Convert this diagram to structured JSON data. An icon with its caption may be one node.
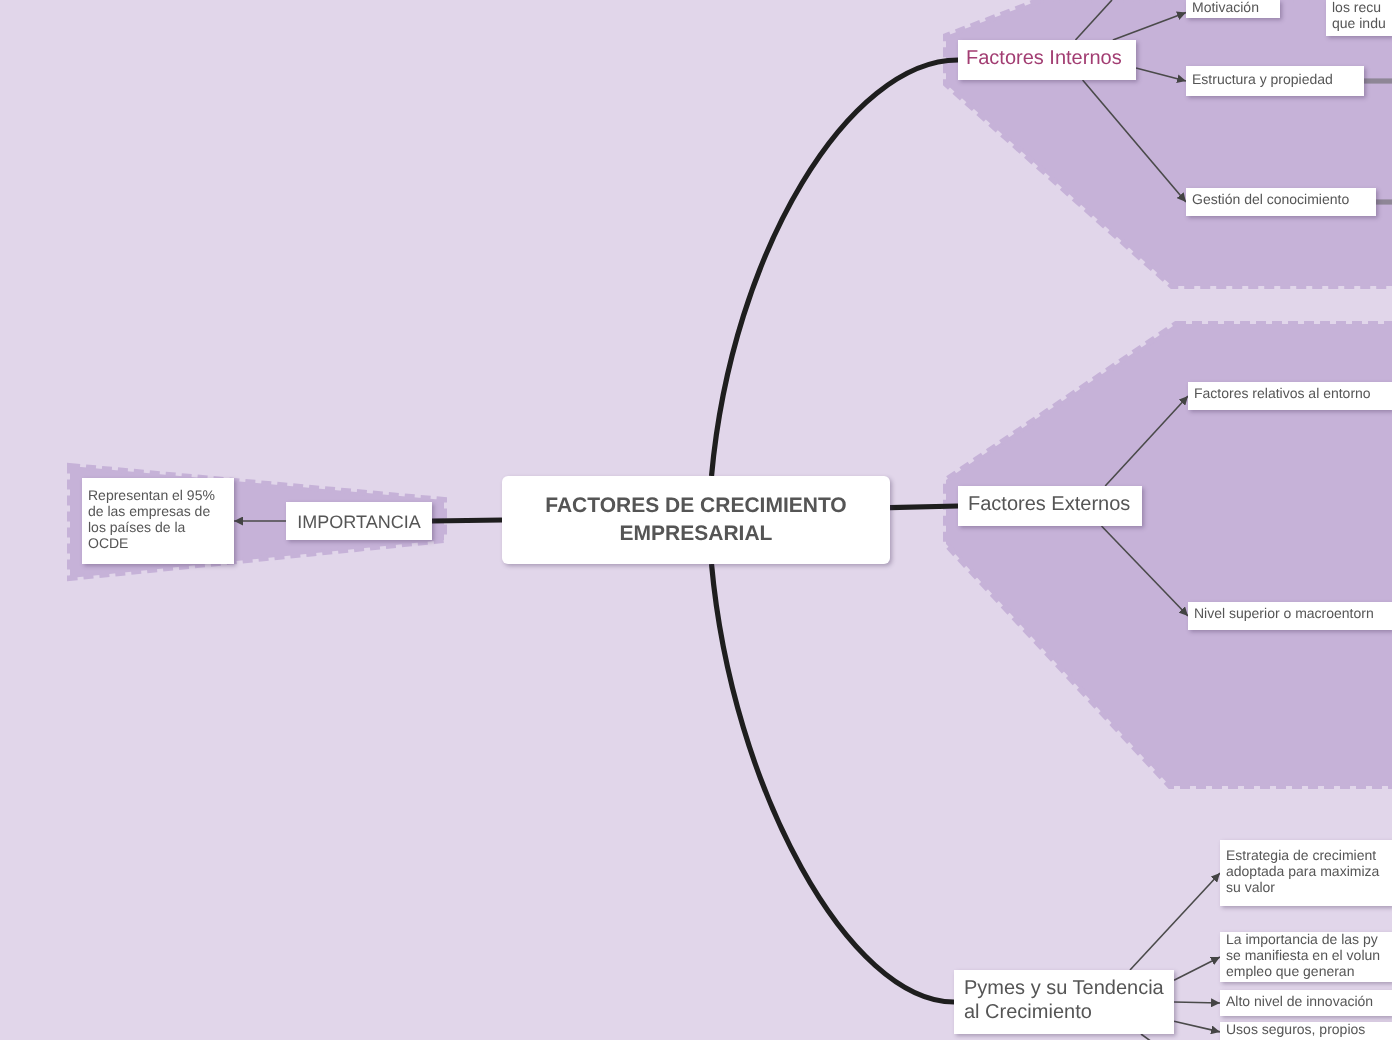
{
  "diagram": {
    "nodes": [
      {
        "text": [
          "FACTORES DE CRECIMIENTO EMPRESARIAL"
        ]
      },
      {
        "text": [],
        "shape": "band"
      },
      {
        "text": [
          "IMPORTANCIA"
        ],
        "in": 1
      },
      {
        "text": [
          "Representan el 95% de las empresas de los países de la OCDE"
        ],
        "in": 1
      },
      {
        "text": [],
        "shape": "band"
      },
      {
        "text": [
          "Factores Internos"
        ],
        "in": 4
      },
      {
        "text": [
          "Motivación"
        ],
        "in": 4
      },
      {
        "text": [
          "los recu que indu"
        ],
        "in": 4
      },
      {
        "text": [
          "Estructura y propiedad"
        ],
        "in": 4
      },
      {
        "text": [
          "Gestión del conocimiento"
        ],
        "in": 4
      },
      {
        "text": [],
        "shape": "band"
      },
      {
        "text": [
          "Factores Externos"
        ],
        "in": 10
      },
      {
        "text": [
          "Factores relativos al entorno"
        ],
        "in": 10
      },
      {
        "text": [
          "Nivel superior o macroentorn"
        ],
        "in": 10
      },
      {
        "text": [
          "Pymes y su Tendencia al Crecimiento"
        ]
      },
      {
        "text": [
          "Estrategia de crecimient adoptada para maximiza su valor"
        ]
      },
      {
        "text": [
          "La importancia de las py se manifiesta en el volun empleo que generan"
        ]
      },
      {
        "text": [
          "Alto nivel de innovación"
        ]
      },
      {
        "text": [
          "Usos seguros, propios"
        ]
      }
    ],
    "edges": [
      {
        "from": 0,
        "to": 2,
        "arrow": "none",
        "style": "thick"
      },
      {
        "from": 2,
        "to": 3,
        "arrow": "to"
      },
      {
        "from": 0,
        "to": 5,
        "arrow": "none",
        "style": "thick"
      },
      {
        "from": 0,
        "to": 11,
        "arrow": "none",
        "style": "thick"
      },
      {
        "from": 0,
        "to": 14,
        "arrow": "none",
        "style": "thick"
      },
      {
        "from": 5,
        "to": 6,
        "arrow": "to"
      },
      {
        "from": 5,
        "to": null,
        "arrow": "none"
      },
      {
        "from": 5,
        "to": 8,
        "arrow": "to"
      },
      {
        "from": 5,
        "to": 9,
        "arrow": "to"
      },
      {
        "from": 8,
        "to": null,
        "arrow": "none",
        "style": "thick",
        "color": "#8e8696"
      },
      {
        "from": 9,
        "to": null,
        "arrow": "none",
        "style": "thick",
        "color": "#8e8696"
      },
      {
        "from": 11,
        "to": 12,
        "arrow": "to"
      },
      {
        "from": 11,
        "to": 13,
        "arrow": "to"
      },
      {
        "from": 14,
        "to": 15,
        "arrow": "to"
      },
      {
        "from": 14,
        "to": 16,
        "arrow": "to"
      },
      {
        "from": 14,
        "to": 17,
        "arrow": "to"
      },
      {
        "from": 14,
        "to": 18,
        "arrow": "to"
      },
      {
        "from": 14,
        "to": null,
        "arrow": "none"
      }
    ]
  }
}
